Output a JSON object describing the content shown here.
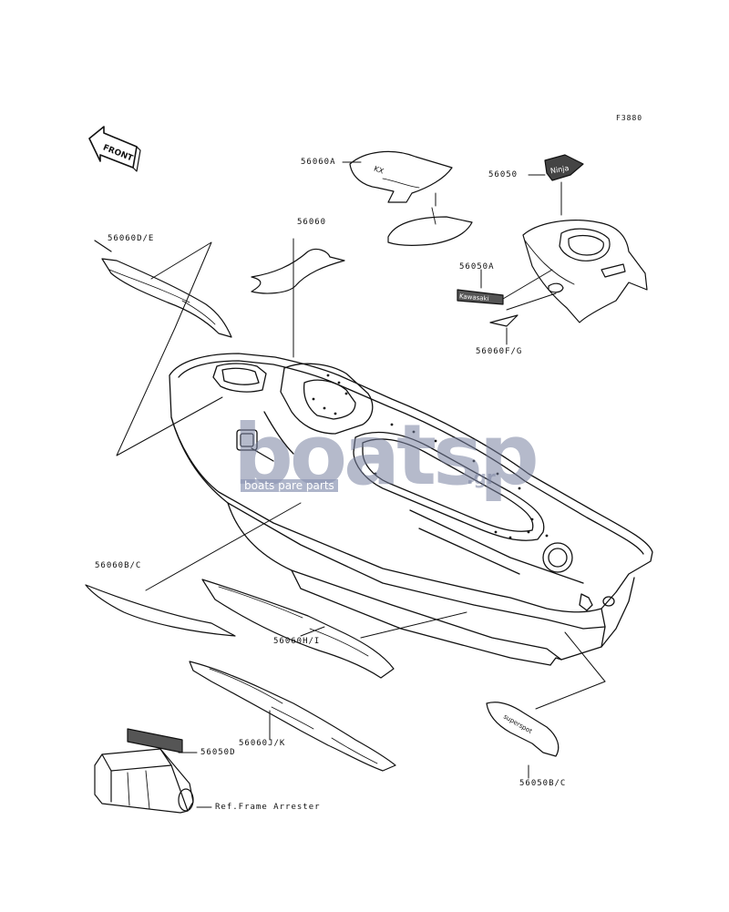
{
  "figure_code": "F3880",
  "front_label": "FRONT",
  "parts": {
    "p56060A": "56060A",
    "p56050": "56050",
    "p56060DE": "56060D/E",
    "p56060": "56060",
    "p56050A": "56050A",
    "p56060FG": "56060F/G",
    "p56060BC": "56060B/C",
    "p56060HI": "56060H/I",
    "p56060JK": "56060J/K",
    "p56050D": "56050D",
    "p56050BC": "56050B/C",
    "ref_frame": "Ref.Frame Arrester"
  },
  "watermark": {
    "main": "boatsp",
    "domain": ".gr",
    "sub": "boats pare parts"
  },
  "colors": {
    "line": "#111111",
    "watermark": "#7c86a8",
    "background": "#ffffff"
  }
}
